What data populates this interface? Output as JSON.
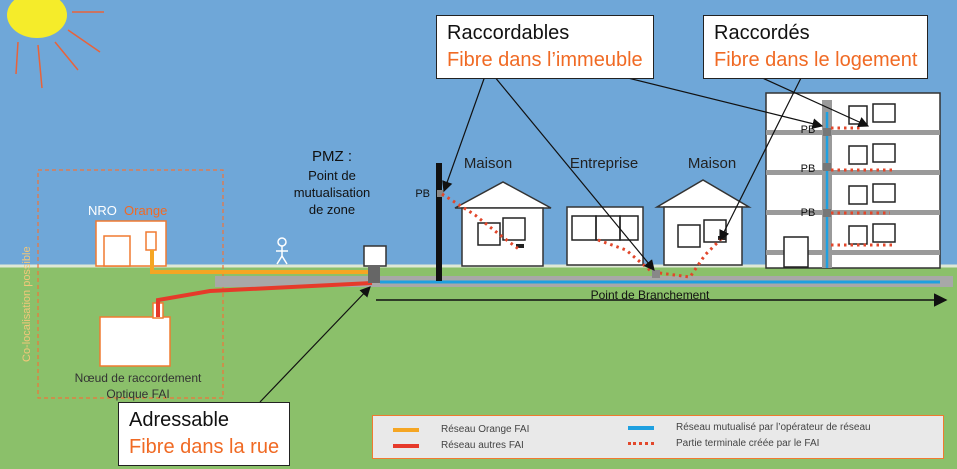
{
  "callouts": {
    "raccordables": {
      "line1": "Raccordables",
      "line2": "Fibre dans l’immeuble"
    },
    "raccordes": {
      "line1": "Raccordés",
      "line2": "Fibre dans le logement"
    },
    "adressable": {
      "line1": "Adressable",
      "line2": "Fibre dans la rue"
    }
  },
  "labels": {
    "pmz": "PMZ :",
    "pmz_desc": [
      "Point de",
      "mutualisation",
      "de zone"
    ],
    "nro": "NRO",
    "nro_brand": "Orange",
    "colocation": "Co-localisation possible",
    "noeud": [
      "Nœud de raccordement",
      "Optique FAI"
    ],
    "maison": "Maison",
    "entreprise": "Entreprise",
    "pb": "PB",
    "point_branchement": "Point de Branchement"
  },
  "legend": {
    "orange": "Réseau Orange FAI",
    "autres": "Réseau autres FAI",
    "mutualise": "Réseau mutualisé par l’opérateur de réseau",
    "terminale": "Partie terminale créée par le FAI"
  },
  "colors": {
    "sky": "#6fa7d8",
    "grass": "#8bc06a",
    "orange_line": "#f5a623",
    "red_line": "#e63a2a",
    "blue_line": "#1fa0e0",
    "accent_text": "#f06a24",
    "sun": "#f5ec2a"
  }
}
